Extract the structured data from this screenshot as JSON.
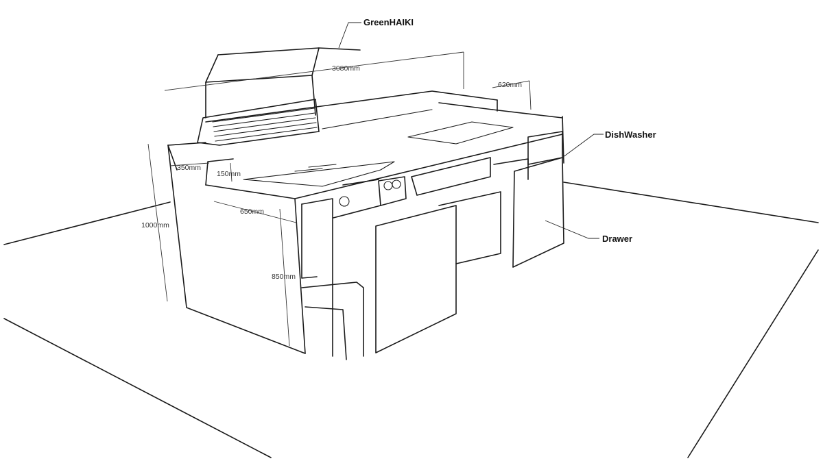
{
  "labels": {
    "hood": "GreenHAIKI",
    "dishwasher": "DishWasher",
    "drawer": "Drawer"
  },
  "dimensions": {
    "total_length": "3080mm",
    "depth_right": "620mm",
    "side_ledge": "350mm",
    "ledge_height": "150mm",
    "counter_depth": "650mm",
    "total_height": "1000mm",
    "counter_height": "850mm"
  },
  "colors": {
    "line": "#1a1a1a",
    "dimension": "#333333",
    "background": "#ffffff"
  }
}
